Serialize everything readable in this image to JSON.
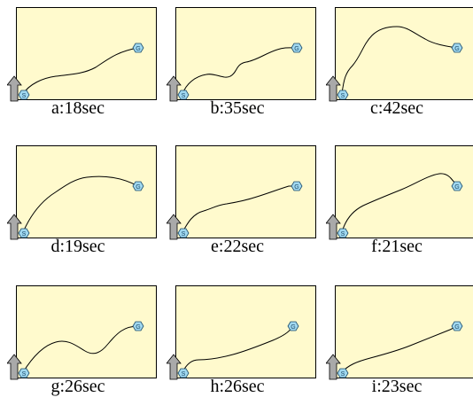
{
  "colors": {
    "panel_fill": "#fffacd",
    "panel_border": "#000000",
    "arrow_fill": "#a9a9a9",
    "marker_fill": "#a0d8f0",
    "marker_stroke": "#1a4a6a"
  },
  "markers": {
    "start": "S",
    "goal": "G"
  },
  "trials": [
    {
      "letter": "a",
      "time": "18sec"
    },
    {
      "letter": "b",
      "time": "35sec"
    },
    {
      "letter": "c",
      "time": "42sec"
    },
    {
      "letter": "d",
      "time": "19sec"
    },
    {
      "letter": "e",
      "time": "22sec"
    },
    {
      "letter": "f",
      "time": "21sec"
    },
    {
      "letter": "g",
      "time": "26sec"
    },
    {
      "letter": "h",
      "time": "26sec"
    },
    {
      "letter": "i",
      "time": "23sec"
    }
  ]
}
